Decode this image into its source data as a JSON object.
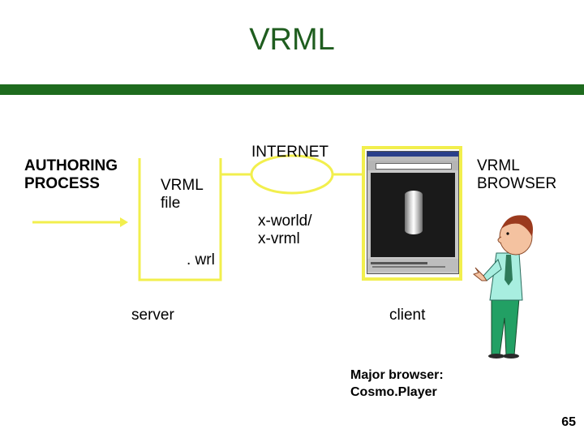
{
  "title": "VRML",
  "labels": {
    "authoring": "AUTHORING\nPROCESS",
    "vrml_file": "VRML\nfile",
    "wrl": ". wrl",
    "server": "server",
    "internet": "INTERNET",
    "mime": "x-world/\nx-vrml",
    "vrml_browser": "VRML\nBROWSER",
    "client": "client",
    "major_browser": "Major browser:\nCosmo.Player"
  },
  "page_number": "65",
  "colors": {
    "title": "#1f5d1f",
    "title_bar": "#1e6b1e",
    "connector": "#f2ef4d",
    "browser_frame": "#f2ef4d"
  },
  "icons": {
    "browser": "vrml-browser-window-icon",
    "person": "pointing-man-icon"
  }
}
